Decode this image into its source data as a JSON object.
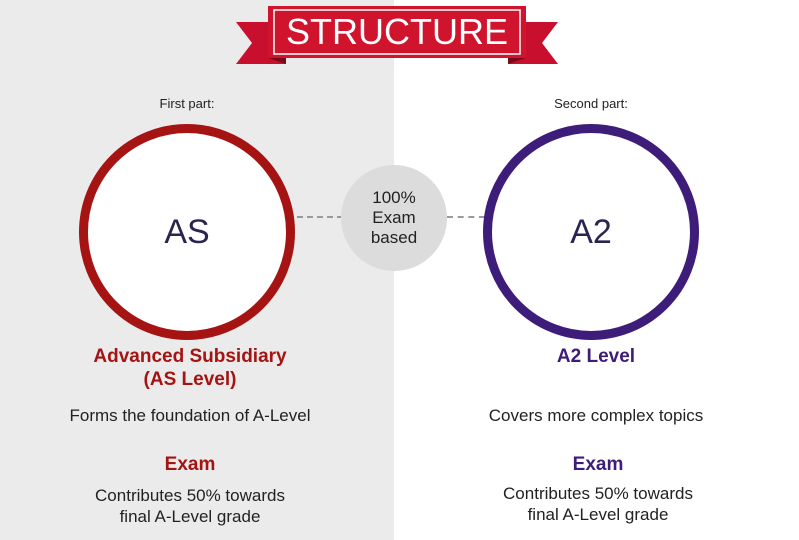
{
  "banner": {
    "title": "STRUCTURE",
    "color": "#d0142e",
    "fold_color": "#8e0c1c"
  },
  "center": {
    "line1": "100%",
    "line2": "Exam",
    "line3": "based"
  },
  "left": {
    "part_label": "First part:",
    "circle_text": "AS",
    "title_line1": "Advanced Subsidiary",
    "title_line2": "(AS Level)",
    "description": "Forms the foundation of A-Level",
    "exam_title": "Exam",
    "exam_line1": "Contributes 50% towards",
    "exam_line2": "final A-Level grade",
    "accent": "#a51313"
  },
  "right": {
    "part_label": "Second part:",
    "circle_text": "A2",
    "title": "A2 Level",
    "description": "Covers more complex topics",
    "exam_title": "Exam",
    "exam_line1": "Contributes 50% towards",
    "exam_line2": "final A-Level grade",
    "accent": "#3d1c7a"
  }
}
